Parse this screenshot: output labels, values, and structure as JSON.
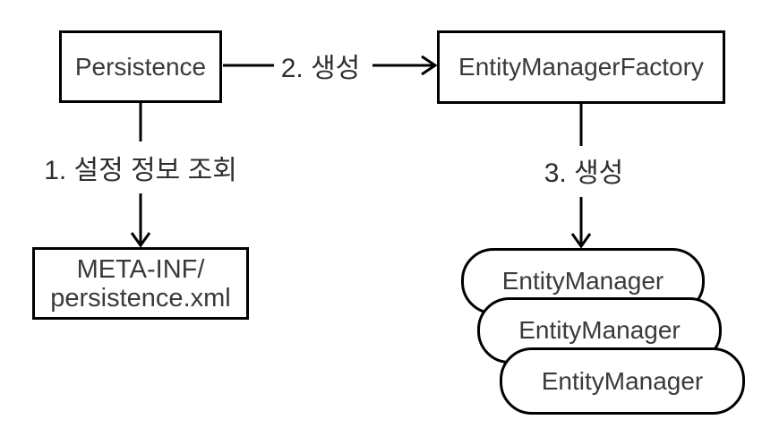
{
  "diagram": {
    "background": "#ffffff",
    "stroke_color": "#000000",
    "text_color": "#3a3a3a",
    "nodes": {
      "persistence": {
        "label": "Persistence"
      },
      "entity_manager_factory": {
        "label": "EntityManagerFactory"
      },
      "meta_inf": {
        "line1": "META-INF/",
        "line2": "persistence.xml"
      },
      "entity_managers": [
        {
          "label": "EntityManager"
        },
        {
          "label": "EntityManager"
        },
        {
          "label": "EntityManager"
        }
      ]
    },
    "edges": {
      "lookup_config": {
        "label": "1. 설정 정보 조회",
        "from": "Persistence",
        "to": "META-INF/persistence.xml"
      },
      "create_factory": {
        "label": "2. 생성",
        "from": "Persistence",
        "to": "EntityManagerFactory"
      },
      "create_manager": {
        "label": "3. 생성",
        "from": "EntityManagerFactory",
        "to": "EntityManager"
      }
    }
  }
}
